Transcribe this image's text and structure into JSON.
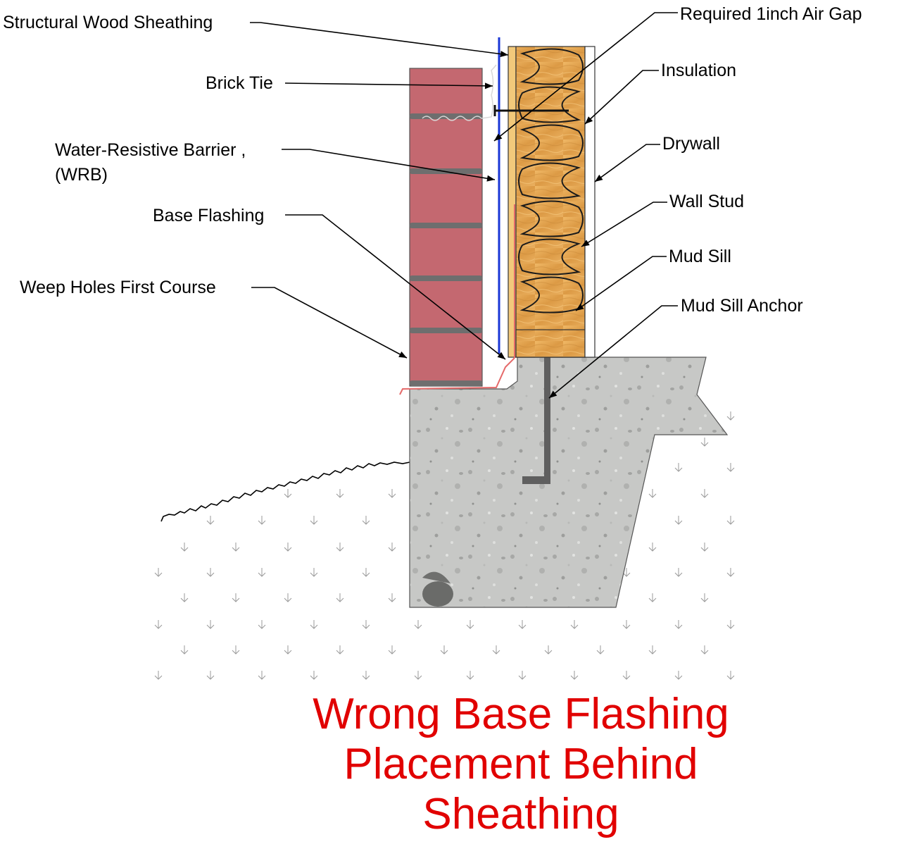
{
  "labels": {
    "structural_wood_sheathing": "Structural Wood Sheathing",
    "brick_tie": "Brick Tie",
    "wrb_line1": "Water-Resistive Barrier ,",
    "wrb_line2": "(WRB)",
    "base_flashing": "Base Flashing",
    "weep_holes": "Weep Holes First Course",
    "air_gap": "Required 1inch Air Gap",
    "insulation": "Insulation",
    "drywall": "Drywall",
    "wall_stud": "Wall Stud",
    "mud_sill": "Mud Sill",
    "mud_sill_anchor": "Mud Sill Anchor"
  },
  "title": {
    "line1": "Wrong Base Flashing",
    "line2": "Placement Behind",
    "line3": "Sheathing"
  },
  "colors": {
    "brick": "#c46870",
    "mortar": "#6e6e6e",
    "stud_wood": "#e3a24e",
    "wrb": "#1a37d6",
    "flashing": "#e56a6a",
    "concrete": "#c8c9c7",
    "anchor": "#5f5f5f",
    "title": "#e10000"
  }
}
